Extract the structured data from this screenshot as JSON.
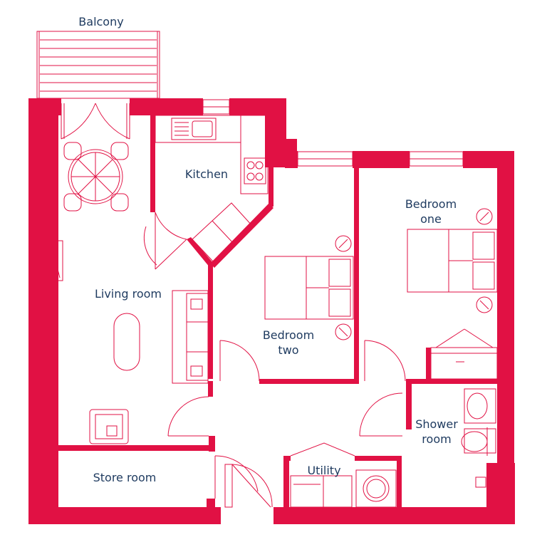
{
  "title": "",
  "rooms": {
    "balcony": "Balcony",
    "kitchen": "Kitchen",
    "living": "Living room",
    "bedroom_one": "Bedroom\none",
    "bedroom_two": "Bedroom\ntwo",
    "shower": "Shower\nroom",
    "store": "Store room",
    "utility": "Utility"
  },
  "colors": {
    "wall": "#e11144",
    "label": "#1e3a5f",
    "background": "#ffffff"
  }
}
